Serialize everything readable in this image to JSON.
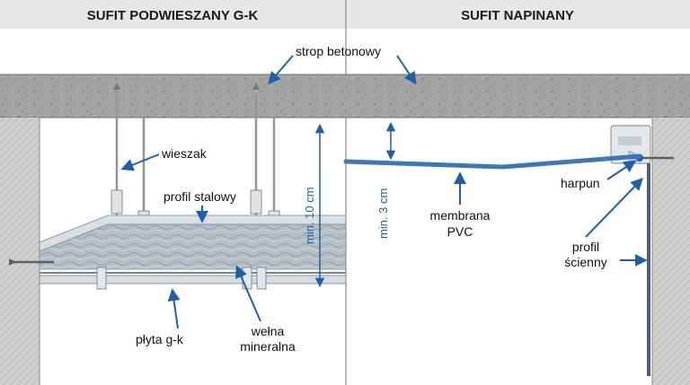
{
  "headers": {
    "left": "SUFIT PODWIESZANY G-K",
    "right": "SUFIT NAPINANY"
  },
  "labels": {
    "concrete": "strop betonowy",
    "hanger": "wieszak",
    "steel_profile": "profil stalowy",
    "gk_board": "płyta g-k",
    "wool_line1": "wełna",
    "wool_line2": "mineralna",
    "membrane_line1": "membrana",
    "membrane_line2": "PVC",
    "harpoon": "harpun",
    "wall_profile_line1": "profil",
    "wall_profile_line2": "ścienny"
  },
  "dimensions": {
    "left_gap": "min. 10 cm",
    "right_gap": "min. 3 cm"
  },
  "colors": {
    "accent_blue": "#1f5fa8",
    "concrete": "#9c9e9b",
    "wall": "#c9c9c9",
    "metal": "#cdd3d8",
    "wool": "#aeb9c0",
    "header_bg": "#e7e7e7"
  }
}
